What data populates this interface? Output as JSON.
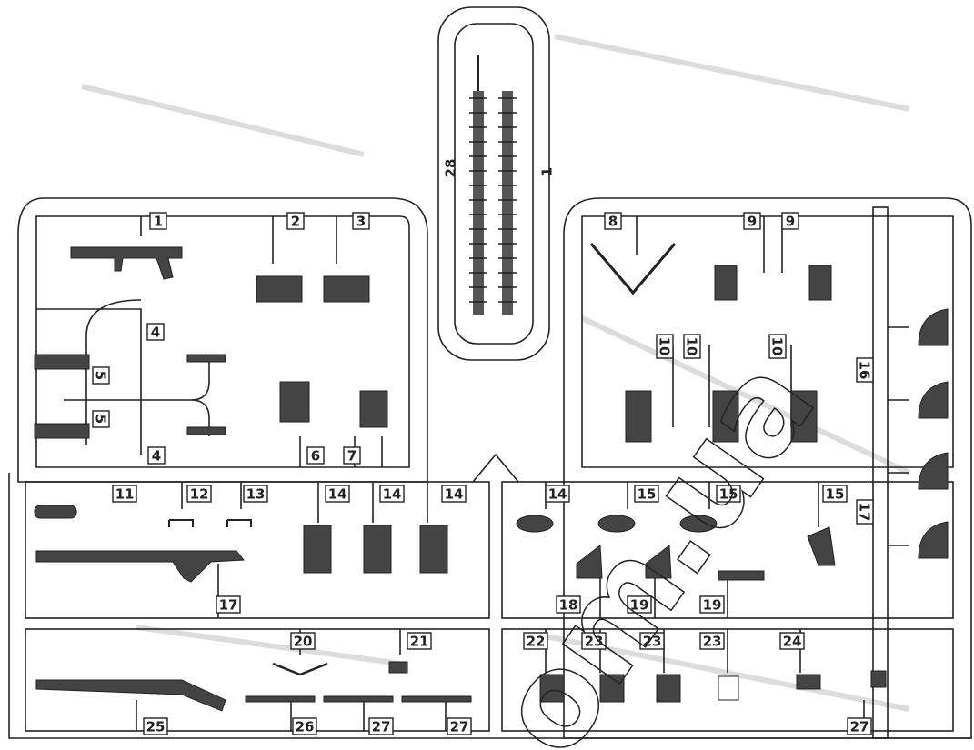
{
  "sprue": {
    "part_numbers": [
      "1",
      "2",
      "3",
      "4",
      "4",
      "5",
      "5",
      "6",
      "7",
      "8",
      "9",
      "9",
      "10",
      "10",
      "10",
      "11",
      "12",
      "13",
      "14",
      "14",
      "14",
      "14",
      "15",
      "15",
      "15",
      "16",
      "17",
      "17",
      "18",
      "19",
      "19",
      "20",
      "21",
      "22",
      "23",
      "23",
      "23",
      "24",
      "25",
      "26",
      "27",
      "27",
      "27",
      "28",
      "1",
      "2"
    ]
  },
  "watermark": {
    "text": "om.ua"
  },
  "colors": {
    "line": "#222222",
    "part_fill": "#444444",
    "faint": "#d9d9d9",
    "paper": "#ffffff"
  }
}
